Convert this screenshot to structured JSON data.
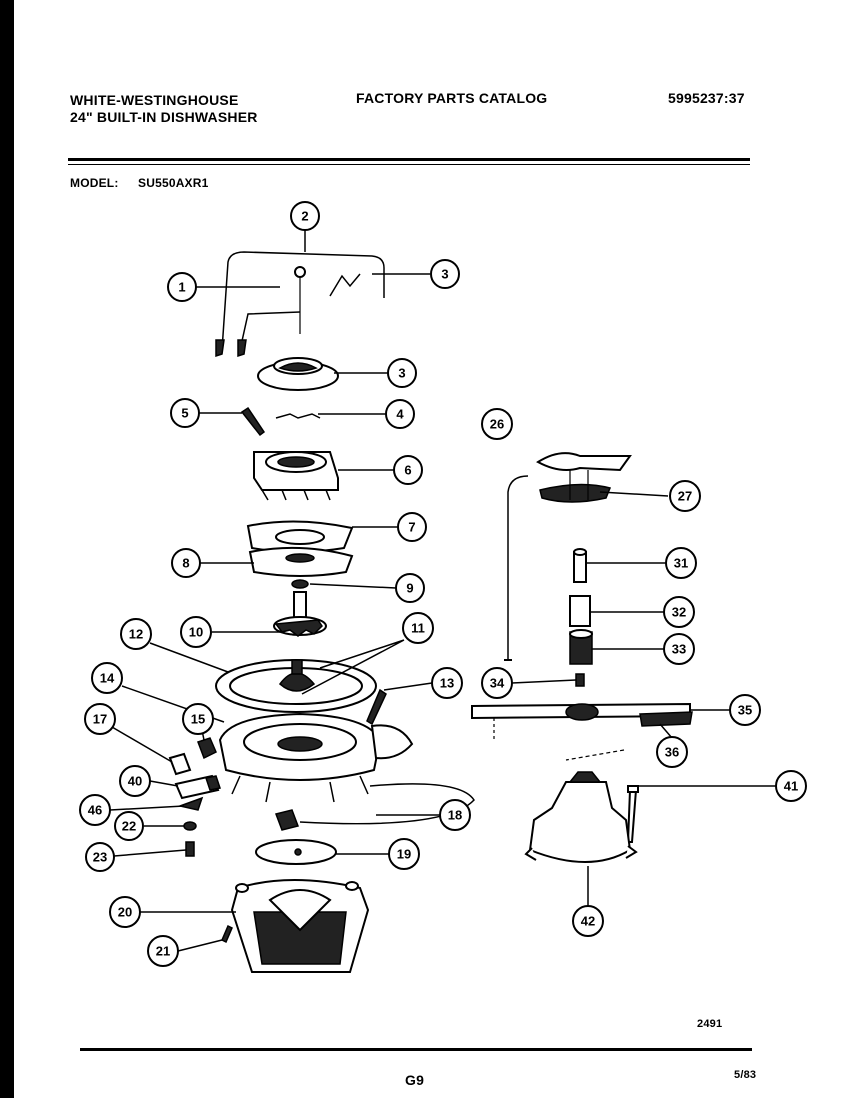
{
  "header": {
    "brand": "WHITE-WESTINGHOUSE",
    "product": "24\" BUILT-IN DISHWASHER",
    "title": "FACTORY PARTS CATALOG",
    "number": "5995237:37"
  },
  "model": {
    "label": "MODEL:",
    "value": "SU550AXR1"
  },
  "callouts": [
    {
      "id": "c1",
      "num": "1"
    },
    {
      "id": "c2",
      "num": "2"
    },
    {
      "id": "c3a",
      "num": "3"
    },
    {
      "id": "c3b",
      "num": "3"
    },
    {
      "id": "c4",
      "num": "4"
    },
    {
      "id": "c5",
      "num": "5"
    },
    {
      "id": "c6",
      "num": "6"
    },
    {
      "id": "c7",
      "num": "7"
    },
    {
      "id": "c8",
      "num": "8"
    },
    {
      "id": "c9",
      "num": "9"
    },
    {
      "id": "c10",
      "num": "10"
    },
    {
      "id": "c11",
      "num": "11"
    },
    {
      "id": "c12",
      "num": "12"
    },
    {
      "id": "c13",
      "num": "13"
    },
    {
      "id": "c14",
      "num": "14"
    },
    {
      "id": "c15",
      "num": "15"
    },
    {
      "id": "c17",
      "num": "17"
    },
    {
      "id": "c18",
      "num": "18"
    },
    {
      "id": "c19",
      "num": "19"
    },
    {
      "id": "c20",
      "num": "20"
    },
    {
      "id": "c21",
      "num": "21"
    },
    {
      "id": "c22",
      "num": "22"
    },
    {
      "id": "c23",
      "num": "23"
    },
    {
      "id": "c26",
      "num": "26"
    },
    {
      "id": "c27",
      "num": "27"
    },
    {
      "id": "c31",
      "num": "31"
    },
    {
      "id": "c32",
      "num": "32"
    },
    {
      "id": "c33",
      "num": "33"
    },
    {
      "id": "c34",
      "num": "34"
    },
    {
      "id": "c35",
      "num": "35"
    },
    {
      "id": "c36",
      "num": "36"
    },
    {
      "id": "c40",
      "num": "40"
    },
    {
      "id": "c41",
      "num": "41"
    },
    {
      "id": "c42",
      "num": "42"
    },
    {
      "id": "c46",
      "num": "46"
    }
  ],
  "footer": {
    "drawing_ref": "2491",
    "page_code": "G9",
    "date": "5/83"
  }
}
